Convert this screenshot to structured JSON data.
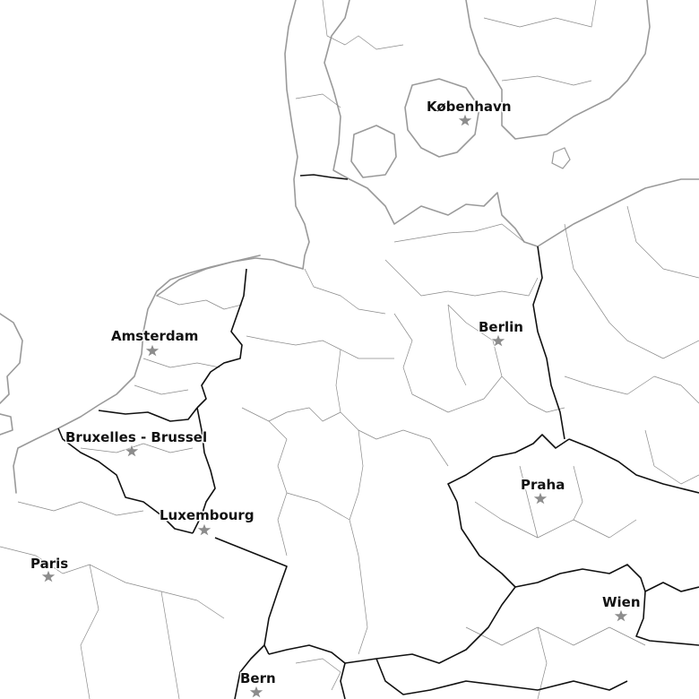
{
  "map": {
    "cities": [
      {
        "id": "kobenhavn",
        "name": "København"
      },
      {
        "id": "berlin",
        "name": "Berlin"
      },
      {
        "id": "amsterdam",
        "name": "Amsterdam"
      },
      {
        "id": "bruxelles",
        "name": "Bruxelles - Brussel"
      },
      {
        "id": "luxembourg",
        "name": "Luxembourg"
      },
      {
        "id": "paris",
        "name": "Paris"
      },
      {
        "id": "praha",
        "name": "Praha"
      },
      {
        "id": "wien",
        "name": "Wien"
      },
      {
        "id": "bern",
        "name": "Bern"
      }
    ],
    "marker_icon": "star-icon",
    "colors": {
      "background": "#ffffff",
      "country_border": "#111111",
      "admin_border": "#8a8a8a",
      "coastline": "#9a9a9a",
      "city_marker": "#8c8c8c"
    }
  }
}
